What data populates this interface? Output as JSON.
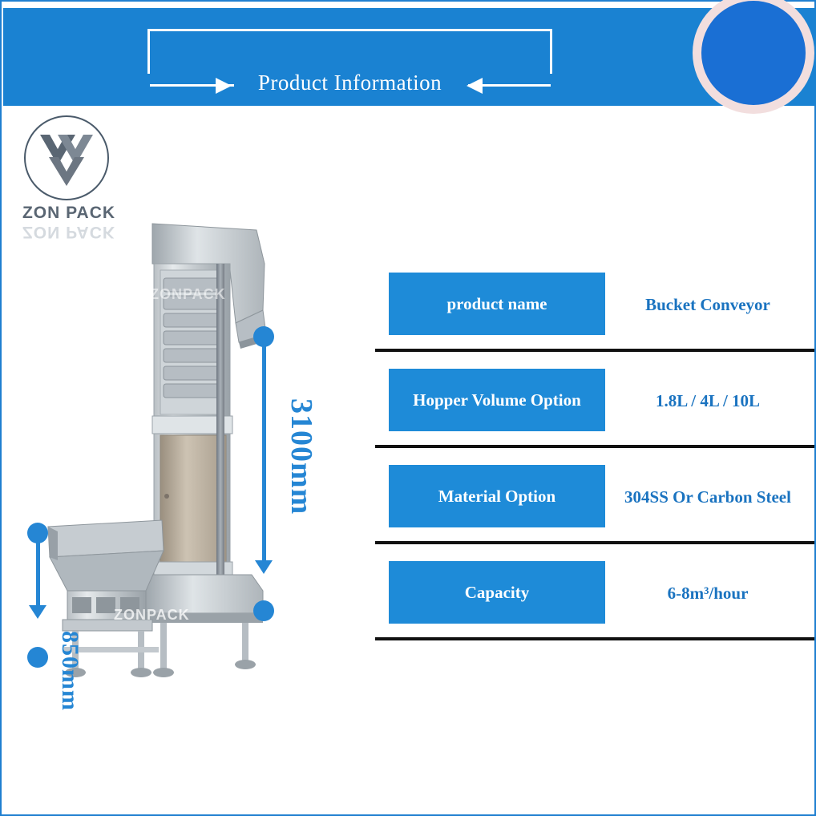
{
  "banner": {
    "title": "Product Information",
    "arrow_left_icon": "arrow-right-icon",
    "arrow_right_icon": "arrow-left-icon",
    "accent_color": "#1a82d2",
    "circle_color": "#1a6fd4"
  },
  "logo": {
    "text": "ZON PACK",
    "mark_icon": "chevron-double-logo-icon",
    "color": "#5a6673"
  },
  "photo": {
    "watermark_top": "ZONPACK",
    "watermark_bottom": "ZONPACK",
    "alt": "bucket-conveyor-machine-photo"
  },
  "dimensions": {
    "height_label": "3100mm",
    "width_label": "850mm",
    "color": "#2586d4"
  },
  "spec": {
    "rows": [
      {
        "key": "product name",
        "value": "Bucket Conveyor"
      },
      {
        "key": "Hopper  Volume Option",
        "value": "1.8L / 4L / 10L"
      },
      {
        "key": "Material Option",
        "value": "304SS Or Carbon Steel"
      },
      {
        "key": "Capacity",
        "value": "6-8m³/hour"
      }
    ],
    "key_bg": "#1e8bd8",
    "value_color": "#1a73c0"
  }
}
